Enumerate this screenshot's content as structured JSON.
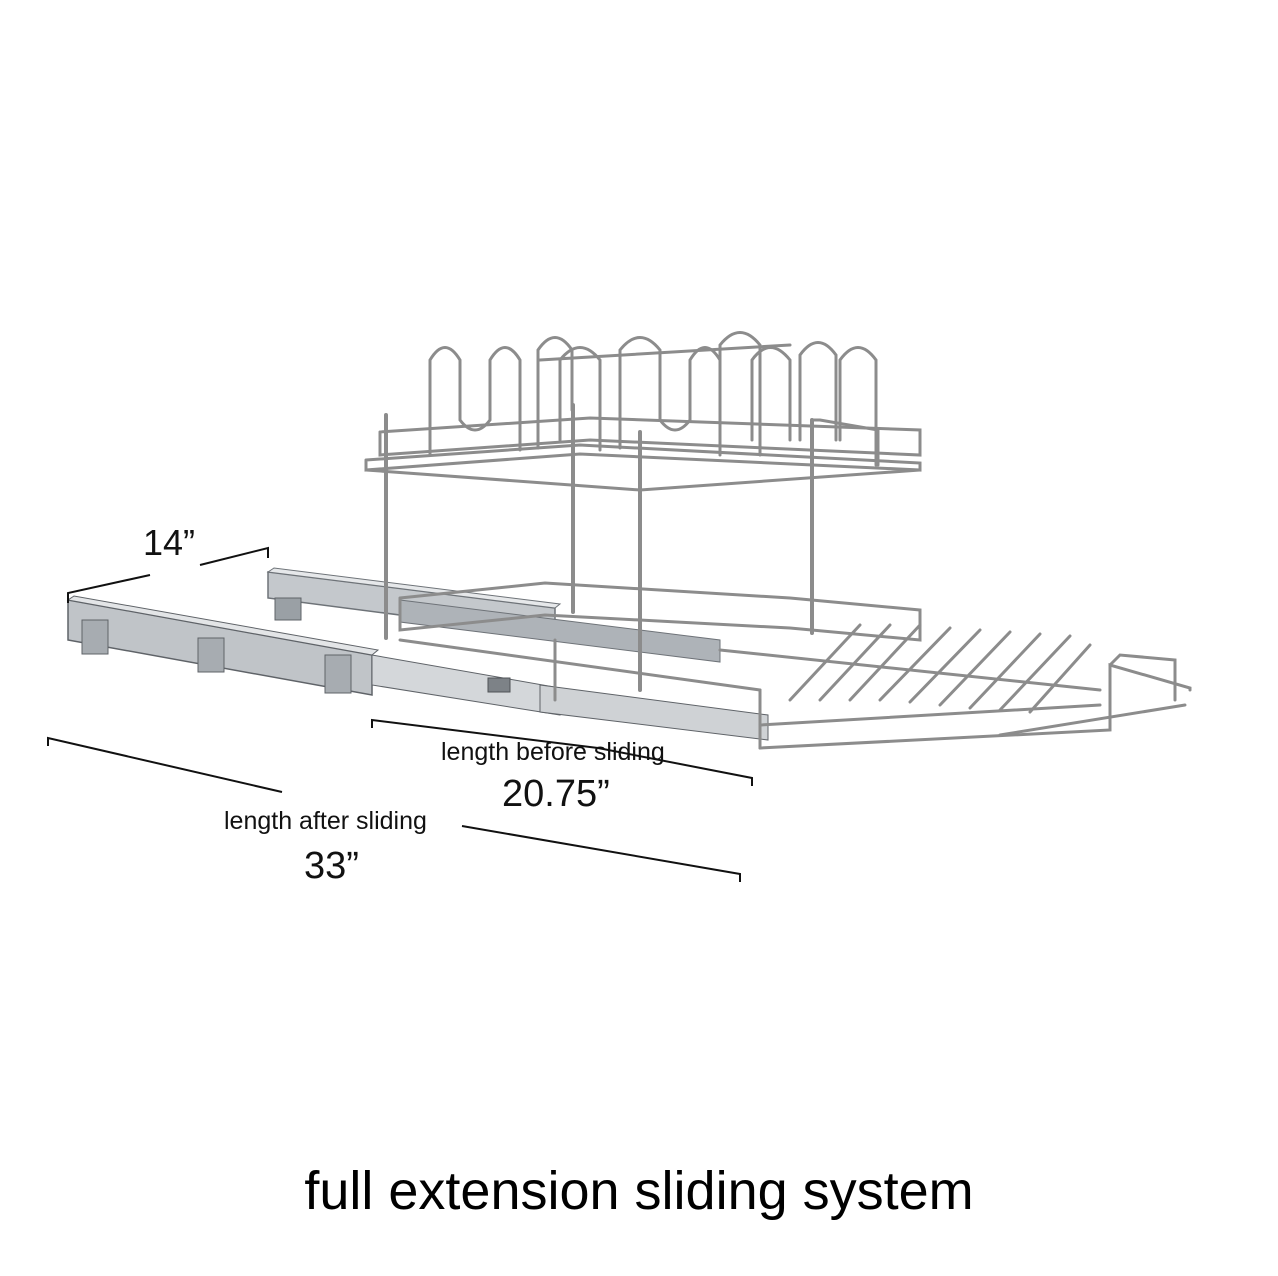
{
  "dimensions": {
    "width_label": "14”",
    "before_caption": "length before sliding",
    "before_value": "20.75”",
    "after_caption": "length after sliding",
    "after_value": "33”"
  },
  "caption": "full extension sliding system",
  "colors": {
    "background": "#ffffff",
    "chrome": "#8c8c8c",
    "chrome_highlight": "#d9d9d9",
    "rail_metal": "#b8bcc0",
    "text": "#111111"
  }
}
